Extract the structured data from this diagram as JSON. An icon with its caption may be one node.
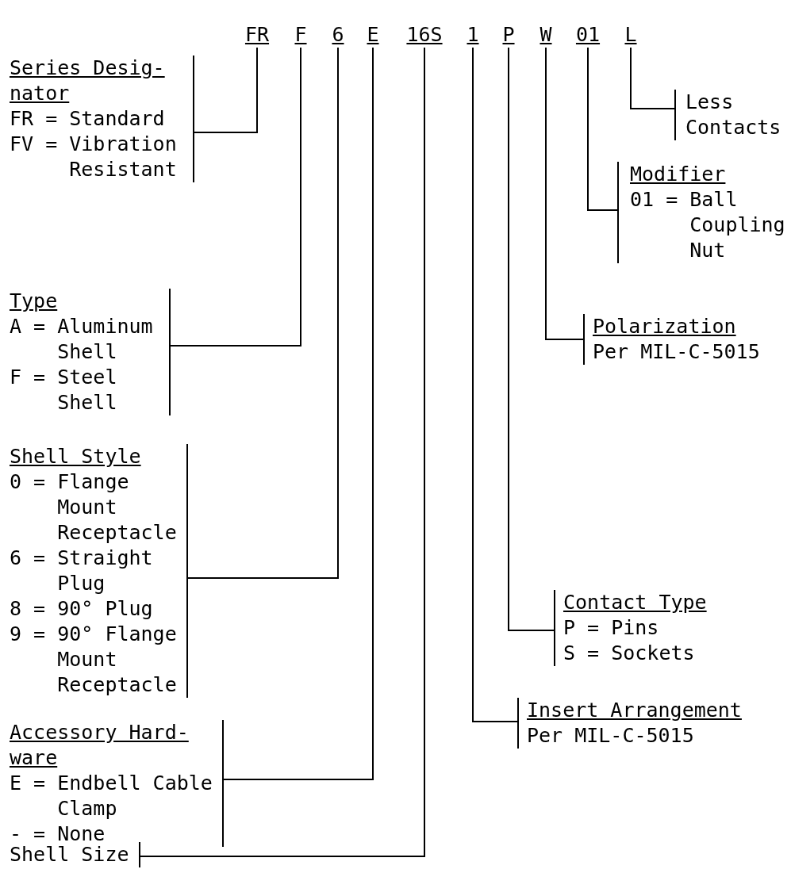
{
  "diagram": {
    "nodes": [
      {
        "text": [
          "FR"
        ]
      },
      {
        "text": [
          "F"
        ]
      },
      {
        "text": [
          "6"
        ]
      },
      {
        "text": [
          "E"
        ]
      },
      {
        "text": [
          "16S"
        ]
      },
      {
        "text": [
          "1"
        ]
      },
      {
        "text": [
          "P"
        ]
      },
      {
        "text": [
          "W"
        ]
      },
      {
        "text": [
          "01"
        ]
      },
      {
        "text": [
          "L"
        ]
      },
      {
        "text": [
          "Series Desig-nator",
          "FR = Standard",
          "FV = Vibration Resistant"
        ]
      },
      {
        "text": [
          "Type",
          "A = Aluminum Shell",
          "F = Steel Shell"
        ]
      },
      {
        "text": [
          "Shell Style",
          "0 = Flange Mount Receptacle",
          "6 = Straight Plug",
          "8 = 90° Plug",
          "9 = 90° Flange Mount Receptacle"
        ]
      },
      {
        "text": [
          "Accessory Hard-ware",
          "E = Endbell Cable Clamp",
          "- = None"
        ]
      },
      {
        "text": [
          "Shell Size"
        ]
      },
      {
        "text": [
          "Less Contacts"
        ]
      },
      {
        "text": [
          "Modifier",
          "01 = Ball Coupling Nut"
        ]
      },
      {
        "text": [
          "Polarization",
          "Per MIL-C-5015"
        ]
      },
      {
        "text": [
          "Contact Type",
          "P = Pins",
          "S = Sockets"
        ]
      },
      {
        "text": [
          "Insert Arrangement",
          "Per MIL-C-5015"
        ]
      }
    ],
    "edges": [
      {
        "from": 0,
        "to": 10,
        "arrow": "none"
      },
      {
        "from": 1,
        "to": 11,
        "arrow": "none"
      },
      {
        "from": 2,
        "to": 12,
        "arrow": "none"
      },
      {
        "from": 3,
        "to": 13,
        "arrow": "none"
      },
      {
        "from": 4,
        "to": 14,
        "arrow": "none"
      },
      {
        "from": 5,
        "to": 19,
        "arrow": "none"
      },
      {
        "from": 6,
        "to": 18,
        "arrow": "none"
      },
      {
        "from": 7,
        "to": 17,
        "arrow": "none"
      },
      {
        "from": 8,
        "to": 16,
        "arrow": "none"
      },
      {
        "from": 9,
        "to": 15,
        "arrow": "none"
      }
    ]
  }
}
